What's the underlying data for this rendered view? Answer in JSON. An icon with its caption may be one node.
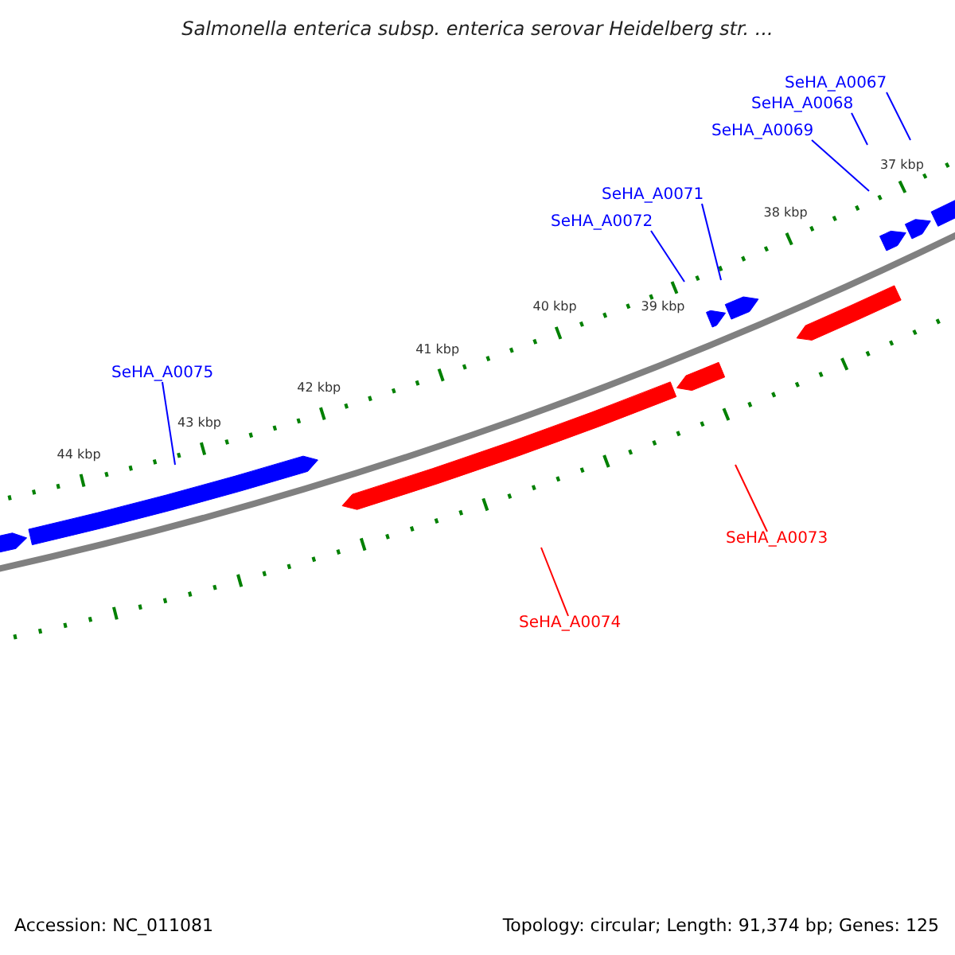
{
  "diagram": {
    "title": "Salmonella enterica subsp. enterica serovar Heidelberg str. ...",
    "nodes": [
      {
        "text": [
          "SeHA_A0067"
        ]
      },
      {
        "text": [
          "SeHA_A0068"
        ]
      },
      {
        "text": [
          "SeHA_A0069"
        ]
      },
      {
        "text": [
          "SeHA_A0071"
        ]
      },
      {
        "text": [
          "SeHA_A0072"
        ]
      },
      {
        "text": [
          "SeHA_A0075"
        ]
      },
      {
        "text": [
          "SeHA_A0073"
        ]
      },
      {
        "text": [
          "SeHA_A0074"
        ]
      }
    ],
    "edges": [
      {
        "from": 0,
        "to": null,
        "arrow": "none"
      },
      {
        "from": 1,
        "to": null,
        "arrow": "none"
      },
      {
        "from": 2,
        "to": null,
        "arrow": "none"
      },
      {
        "from": 3,
        "to": null,
        "arrow": "none"
      },
      {
        "from": 4,
        "to": null,
        "arrow": "none"
      },
      {
        "from": 5,
        "to": null,
        "arrow": "none"
      },
      {
        "from": 6,
        "to": null,
        "arrow": "none",
        "color": "#ff0000"
      },
      {
        "from": 7,
        "to": null,
        "arrow": "none",
        "color": "#ff0000"
      }
    ],
    "labels": [
      "37 kbp",
      "38 kbp",
      "39 kbp",
      "40 kbp",
      "41 kbp",
      "42 kbp",
      "43 kbp",
      "44 kbp",
      "Accession: NC_011081",
      "Topology: circular; Length: 91,374 bp; Genes: 125"
    ]
  }
}
